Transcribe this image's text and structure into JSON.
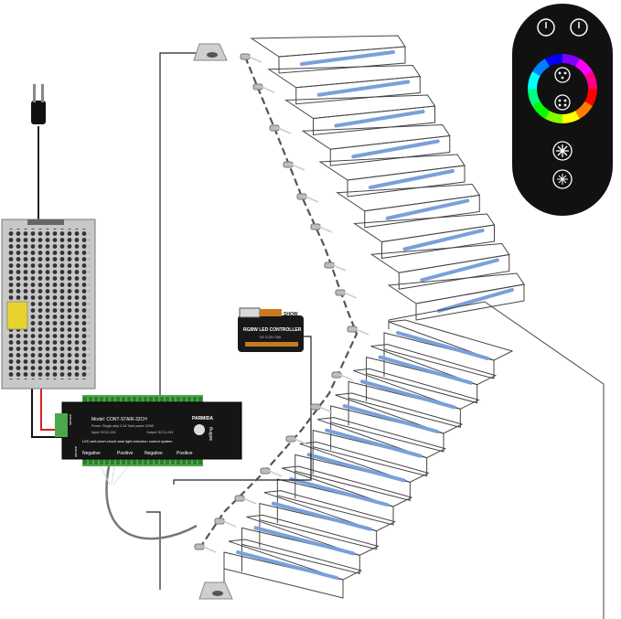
{
  "controller": {
    "brand": "PARMIDA",
    "model": "Model: CONT-STAIR-32CH",
    "power": "Power: Single-strip 3.2A Total power 240W",
    "input": "Input: DC12-24V",
    "output": "Output: DC12-24V",
    "description": "LED anti-short-circuit stair light induction control system",
    "negative_label": "Negative",
    "positive_label": "Positive",
    "setting_label": "setting",
    "sensor_label_top": "sensor",
    "sensor_label_bottom": "sensor"
  },
  "rgb_controller": {
    "title": "RGBW LED CONTROLLER",
    "brand": "SHOW",
    "spec": "DC 5-24V 30A"
  },
  "remote": {
    "color": "#111111",
    "ring_label": "color-wheel",
    "buttons": [
      "power-on",
      "power-off",
      "mode-up",
      "mode-down",
      "brightness-up",
      "brightness-down"
    ]
  },
  "strip_color": "#7aa0d8",
  "stairs": {
    "upper_steps": 9,
    "lower_steps": 10
  }
}
